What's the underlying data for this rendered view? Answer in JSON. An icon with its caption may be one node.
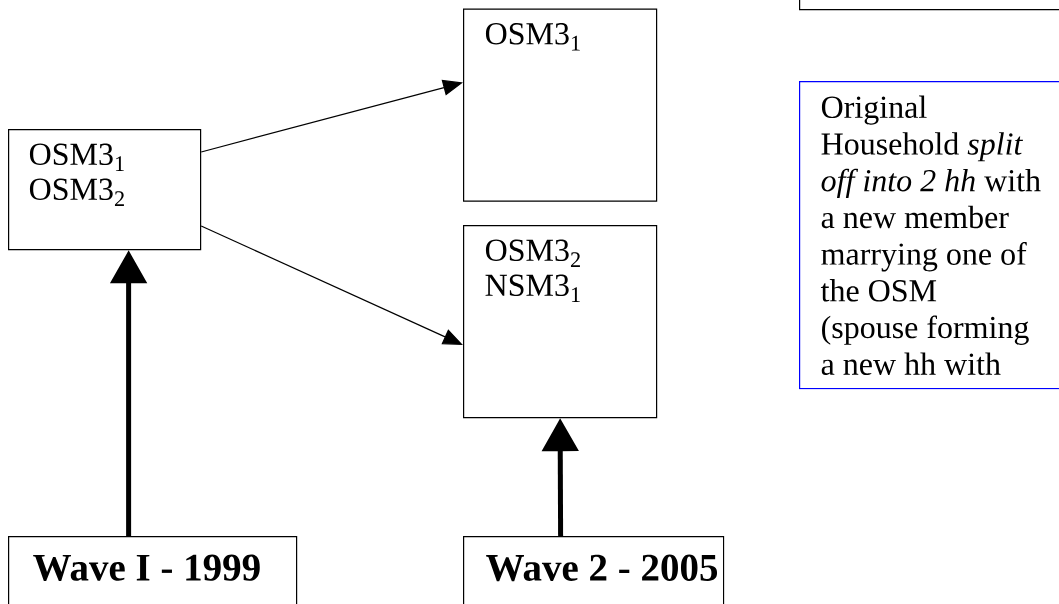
{
  "diagram": {
    "nodes": [
      {
        "text": [
          "OSM3$_{1}$",
          "OSM3$_{2}$"
        ]
      },
      {
        "text": [
          "OSM3$_{1}$"
        ]
      },
      {
        "text": [
          "OSM3$_{2}$",
          "NSM3$_{1}$"
        ]
      },
      {
        "text": [
          "Wave I - 1999"
        ]
      },
      {
        "text": [
          "Wave 2 - 2005"
        ]
      },
      {
        "text": [
          "Original Household *split off into 2 hh* with a new member marrying one of the OSM (spouse forming a new hh with"
        ]
      },
      {
        "text": [],
        "shape": "box"
      }
    ],
    "edges": [
      {
        "from": 0,
        "to": 1,
        "arrow": "to"
      },
      {
        "from": 0,
        "to": 2,
        "arrow": "to"
      },
      {
        "from": 3,
        "to": 0,
        "arrow": "to",
        "style": "thick"
      },
      {
        "from": 4,
        "to": 2,
        "arrow": "to",
        "style": "thick"
      }
    ]
  }
}
